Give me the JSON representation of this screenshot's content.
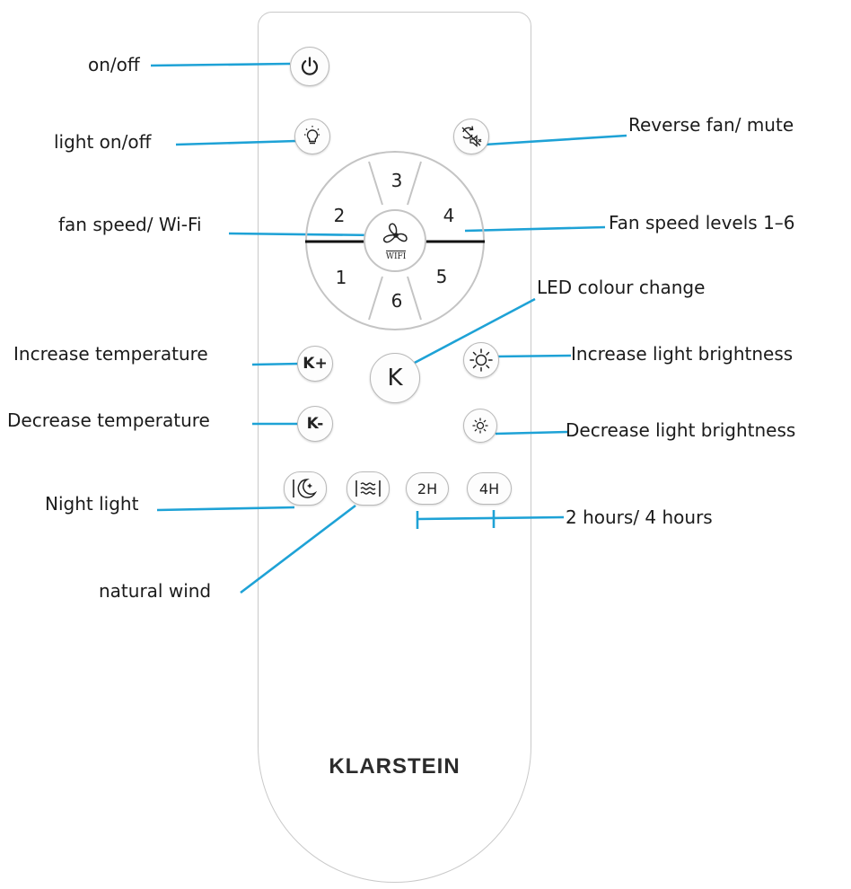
{
  "brand": "KLARSTEIN",
  "colors": {
    "callout": "#1ea2d6",
    "outline": "#c9c9c9"
  },
  "buttons": {
    "power": {
      "icon": "power-icon"
    },
    "light": {
      "icon": "lightbulb-icon"
    },
    "reverse_mute": {
      "icon": "reverse-mute-icon"
    },
    "fan_wifi": {
      "icon": "fan-icon",
      "sub": "WIFI"
    },
    "dial": [
      "1",
      "2",
      "3",
      "4",
      "5",
      "6"
    ],
    "k_plus": "K+",
    "k_minus": "K-",
    "k_center": "K",
    "brightness_up": {
      "icon": "sun-large-icon"
    },
    "brightness_down": {
      "icon": "sun-small-icon"
    },
    "night_light": {
      "icon": "moon-icon"
    },
    "natural_wind": {
      "icon": "wind-waves-icon"
    },
    "timer_2h": "2H",
    "timer_4h": "4H"
  },
  "labels": {
    "on_off": "on/off",
    "light_on_off": "light on/off",
    "reverse_fan_mute": "Reverse fan/ mute",
    "fan_speed_wifi": "fan speed/ Wi-Fi",
    "fan_speed_levels": "Fan speed levels 1–6",
    "led_colour_change": "LED colour change",
    "increase_temperature": "Increase temperature",
    "increase_brightness": "Increase light brightness",
    "decrease_temperature": "Decrease temperature",
    "decrease_brightness": "Decrease light brightness",
    "night_light": "Night light",
    "timer": "2 hours/ 4 hours",
    "natural_wind": "natural wind"
  }
}
